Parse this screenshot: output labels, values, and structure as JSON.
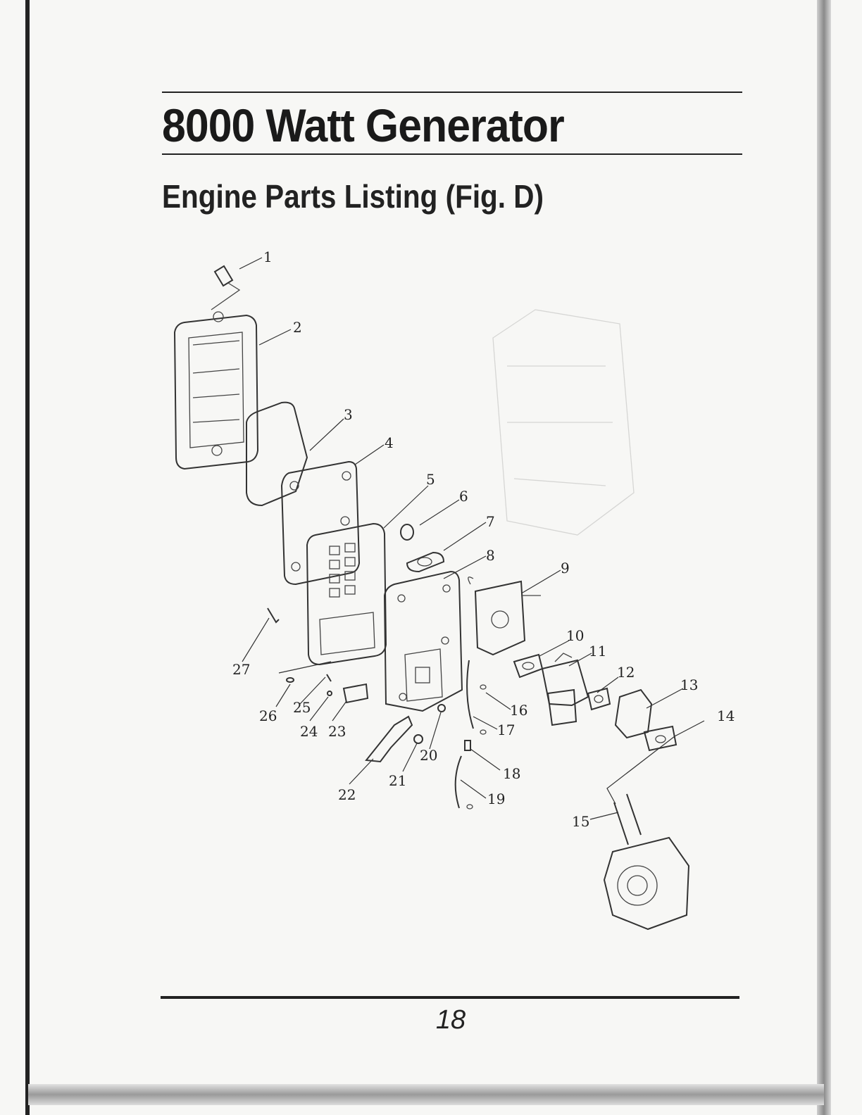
{
  "header": {
    "title": "8000 Watt Generator",
    "subtitle": "Engine Parts Listing (Fig. D)"
  },
  "diagram": {
    "callouts": [
      "1",
      "2",
      "3",
      "4",
      "5",
      "6",
      "7",
      "8",
      "9",
      "10",
      "11",
      "12",
      "13",
      "14",
      "15",
      "16",
      "17",
      "18",
      "19",
      "20",
      "21",
      "22",
      "23",
      "24",
      "25",
      "26",
      "27"
    ]
  },
  "footer": {
    "page_number": "18"
  }
}
